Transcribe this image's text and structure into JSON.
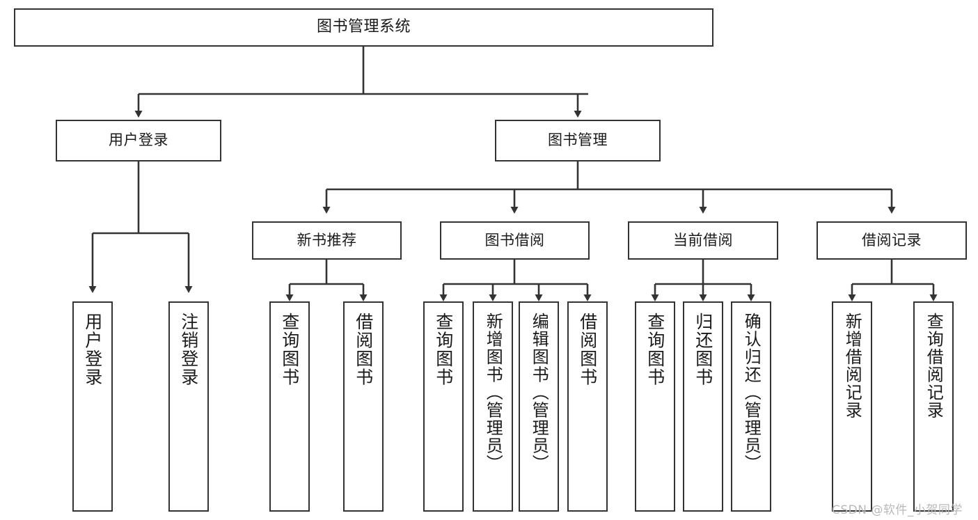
{
  "diagram": {
    "title_node": {
      "label": "图书管理系统"
    },
    "level2": [
      {
        "label": "用户登录"
      },
      {
        "label": "图书管理"
      }
    ],
    "level3": [
      {
        "label": "新书推荐"
      },
      {
        "label": "图书借阅"
      },
      {
        "label": "当前借阅"
      },
      {
        "label": "借阅记录"
      }
    ],
    "leaves": [
      {
        "label": "用户登录"
      },
      {
        "label": "注销登录"
      },
      {
        "label": "查询图书"
      },
      {
        "label": "借阅图书"
      },
      {
        "label": "查询图书"
      },
      {
        "label": "新增图书（管理员）"
      },
      {
        "label": "编辑图书（管理员）"
      },
      {
        "label": "借阅图书"
      },
      {
        "label": "查询图书"
      },
      {
        "label": "归还图书"
      },
      {
        "label": "确认归还（管理员）"
      },
      {
        "label": "新增借阅记录"
      },
      {
        "label": "查询借阅记录"
      }
    ],
    "watermark": "CSDN @软件_小贺同学",
    "colors": {
      "border": "#333333",
      "background": "#ffffff",
      "text": "#1a1a1a",
      "watermark": "#b9b9b9"
    }
  }
}
